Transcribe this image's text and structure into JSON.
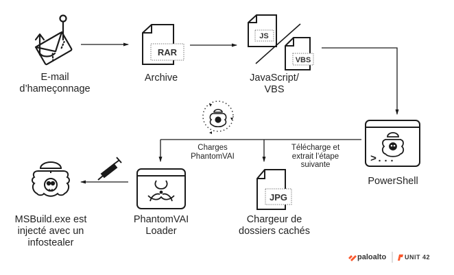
{
  "nodes": {
    "phishing_email": {
      "label_line1": "E-mail",
      "label_line2": "d’hameçonnage"
    },
    "archive": {
      "label": "Archive",
      "tag": "RAR"
    },
    "scripts": {
      "label_line1": "JavaScript/",
      "label_line2": "VBS",
      "tag_js": "JS",
      "tag_vbs": "VBS"
    },
    "powershell": {
      "label": "PowerShell",
      "prompt": ">..."
    },
    "hidden_folder_loader": {
      "label_line1": "Chargeur de",
      "label_line2": "dossiers cachés",
      "tag": "JPG"
    },
    "phantomvai_loader": {
      "label_line1": "PhantomVAI",
      "label_line2": "Loader"
    },
    "msbuild": {
      "label_line1": "MSBuild.exe est",
      "label_line2": "injecté avec un",
      "label_line3": "infostealer"
    }
  },
  "edges": {
    "downloads_next_stage": {
      "line1": "Télécharge et",
      "line2": "extrait l’étape",
      "line3": "suivante"
    },
    "loads_phantomvai": {
      "line1": "Charges",
      "line2": "PhantomVAI"
    }
  },
  "branding": {
    "company": "paloalto",
    "division": "UNIT 42"
  },
  "colors": {
    "stroke": "#1a1a1a",
    "brand_orange": "#fa582d",
    "text": "#222222"
  }
}
